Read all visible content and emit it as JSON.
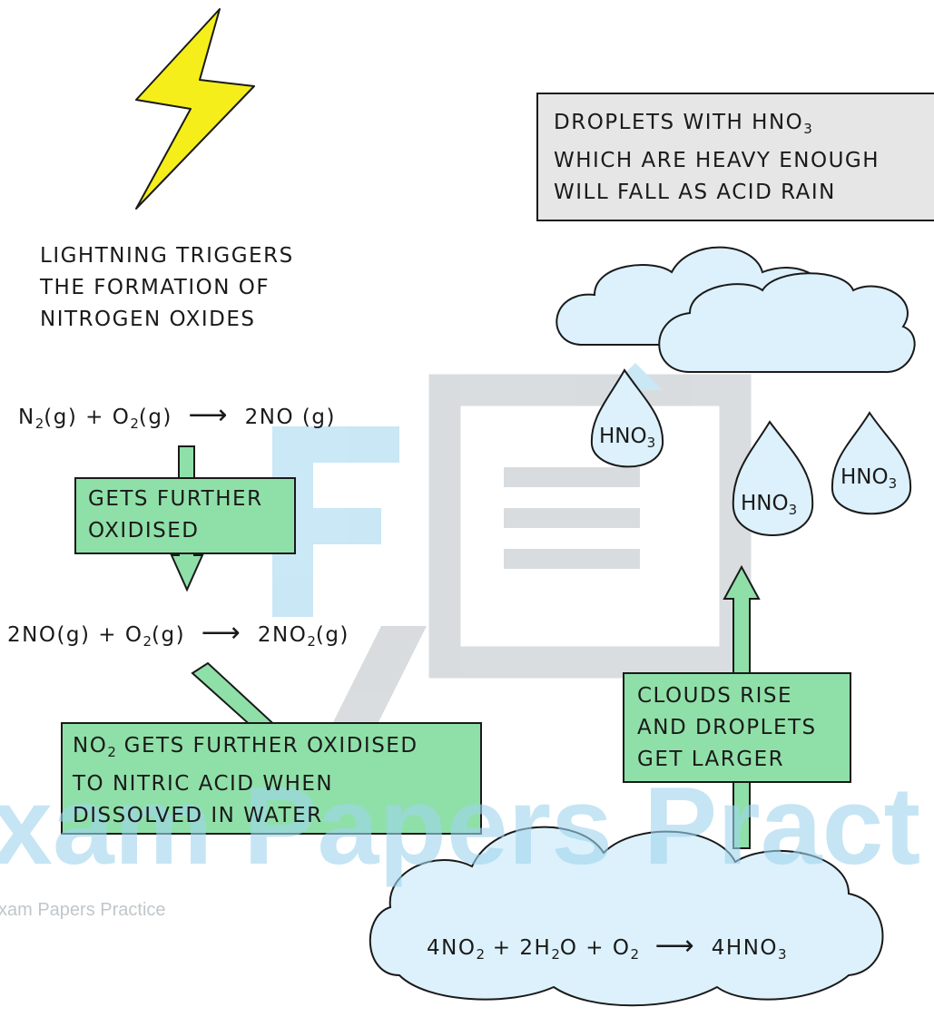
{
  "watermark": {
    "brand": "xam Papers Pract",
    "small": "xam Papers Practice"
  },
  "lightning_caption": [
    "LIGHTNING TRIGGERS",
    "THE FORMATION OF",
    "NITROGEN OXIDES"
  ],
  "equations": {
    "eq1": {
      "lhs_a": "N",
      "lhs_a_sub": "2",
      "lhs_b": "(g) + O",
      "lhs_b_sub": "2",
      "lhs_c": "(g)",
      "arrow": "⟶",
      "rhs": "2NO (g)"
    },
    "eq2": {
      "lhs_a": "2NO(g) + O",
      "lhs_a_sub": "2",
      "lhs_b": "(g)",
      "arrow": "⟶",
      "rhs_a": "2NO",
      "rhs_a_sub": "2",
      "rhs_b": "(g)"
    },
    "eq3": {
      "p1": "4NO",
      "s1": "2",
      "p2": " + 2H",
      "s2": "2",
      "p3": "O + O",
      "s3": "2",
      "arrow": "⟶",
      "p4": "4HNO",
      "s4": "3"
    }
  },
  "boxes": {
    "oxidised": [
      "GETS FURTHER",
      "OXIDISED"
    ],
    "nitric": {
      "l1a": "NO",
      "l1sub": "2",
      "l1b": " GETS FURTHER OXIDISED",
      "l2": "TO NITRIC ACID WHEN",
      "l3": "DISSOLVED IN WATER"
    },
    "clouds": [
      "CLOUDS RISE",
      "AND DROPLETS",
      "GET LARGER"
    ],
    "acid_rain": {
      "l1a": "DROPLETS WITH HNO",
      "l1sub": "3",
      "l2": "WHICH ARE HEAVY ENOUGH",
      "l3": "WILL FALL AS ACID RAIN"
    }
  },
  "droplets": {
    "label": "HNO",
    "sub": "3"
  },
  "colors": {
    "lightning": "#f5ee1a",
    "green_box": "#8fe0a8",
    "cloud": "#dcf1fb",
    "grey_box": "#e6e6e6",
    "watermark_blue": "#9fd5ee",
    "watermark_grey": "#b9c1c6"
  }
}
